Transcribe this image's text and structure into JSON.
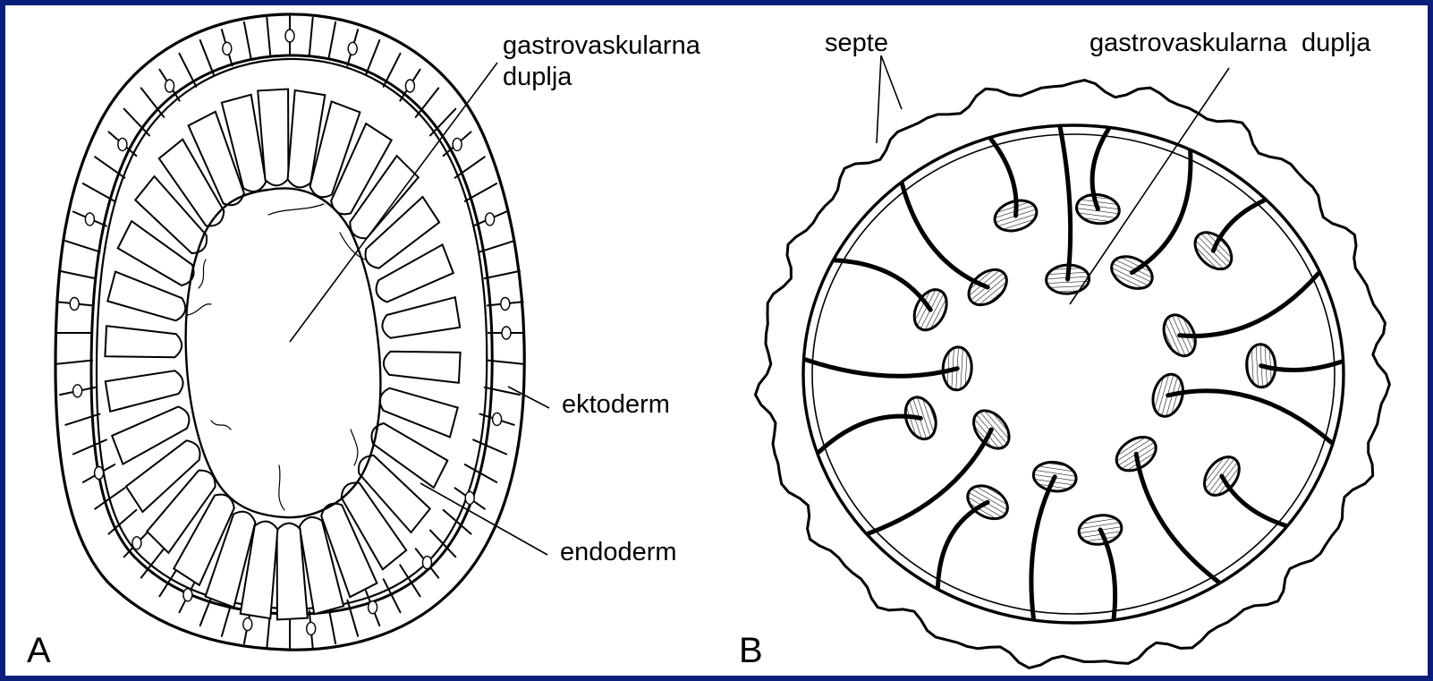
{
  "figure": {
    "panel_a": {
      "letter": "A",
      "label_cavity_line1": "gastrovaskularna",
      "label_cavity_line2": "duplja",
      "label_ectoderm": "ektoderm",
      "label_endoderm": "endoderm"
    },
    "panel_b": {
      "letter": "B",
      "label_septa": "septe",
      "label_cavity": "gastrovaskularna  duplja"
    }
  },
  "colors": {
    "background": "#0b1f7a",
    "panel": "#ffffff",
    "ink": "#000000"
  }
}
